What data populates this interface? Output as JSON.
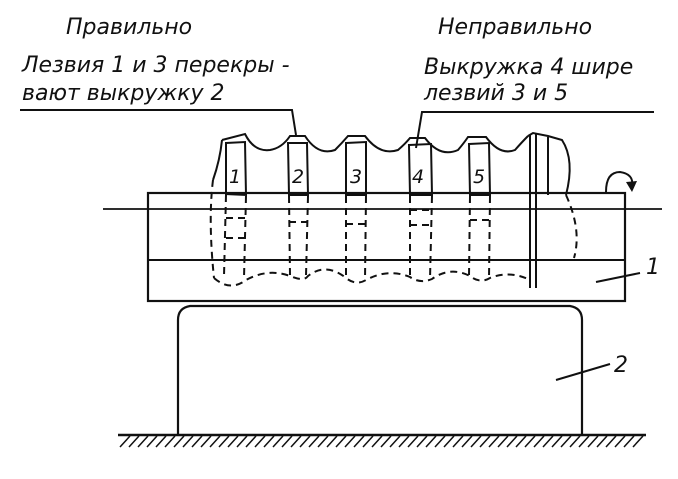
{
  "labels": {
    "correct_title": "Правильно",
    "correct_line1": "Лезвия 1 и 3 перекры -",
    "correct_line2": "вают выкружку 2",
    "incorrect_title": "Неправильно",
    "incorrect_line1": "Выкружка 4 шире",
    "incorrect_line2": "лезвий 3 и 5"
  },
  "blade_numbers": [
    "1",
    "2",
    "3",
    "4",
    "5"
  ],
  "part_numbers": {
    "bar": "1",
    "support": "2"
  }
}
